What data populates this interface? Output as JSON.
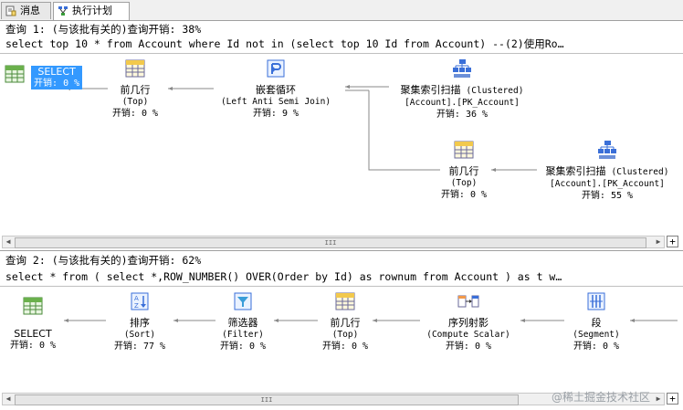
{
  "tabs": [
    {
      "label": "消息",
      "icon": "messages-icon"
    },
    {
      "label": "执行计划",
      "icon": "execution-plan-icon"
    }
  ],
  "query1": {
    "header": "查询 1: (与该批有关的)查询开销: 38%",
    "sql": "select top 10 * from Account where Id not in (select top 10 Id from Account) --(2)使用Ro…",
    "nodes": {
      "select": {
        "name": "SELECT",
        "cost": "开销: 0 %"
      },
      "top": {
        "name": "前几行",
        "sub": "(Top)",
        "cost": "开销: 0 %"
      },
      "nested": {
        "name": "嵌套循环",
        "sub": "(Left Anti Semi Join)",
        "cost": "开销: 9 %"
      },
      "scan1": {
        "name": "聚集索引扫描",
        "tag": "(Clustered)",
        "sub": "[Account].[PK_Account]",
        "cost": "开销: 36 %"
      },
      "top2": {
        "name": "前几行",
        "sub": "(Top)",
        "cost": "开销: 0 %"
      },
      "scan2": {
        "name": "聚集索引扫描",
        "tag": "(Clustered)",
        "sub": "[Account].[PK_Account]",
        "cost": "开销: 55 %"
      }
    }
  },
  "query2": {
    "header": "查询 2: (与该批有关的)查询开销: 62%",
    "sql": "select * from ( select *,ROW_NUMBER() OVER(Order by Id) as rownum from Account ) as t w…",
    "nodes": {
      "select": {
        "name": "SELECT",
        "cost": "开销: 0 %"
      },
      "sort": {
        "name": "排序",
        "sub": "(Sort)",
        "cost": "开销: 77 %"
      },
      "filter": {
        "name": "筛选器",
        "sub": "(Filter)",
        "cost": "开销: 0 %"
      },
      "top": {
        "name": "前几行",
        "sub": "(Top)",
        "cost": "开销: 0 %"
      },
      "compute": {
        "name": "序列射影",
        "sub": "(Compute Scalar)",
        "cost": "开销: 0 %"
      },
      "segment": {
        "name": "段",
        "sub": "(Segment)",
        "cost": "开销: 0 %"
      }
    }
  },
  "scrollbar_mark": "III",
  "plus_label": "+",
  "watermark": "@稀土掘金技术社区"
}
